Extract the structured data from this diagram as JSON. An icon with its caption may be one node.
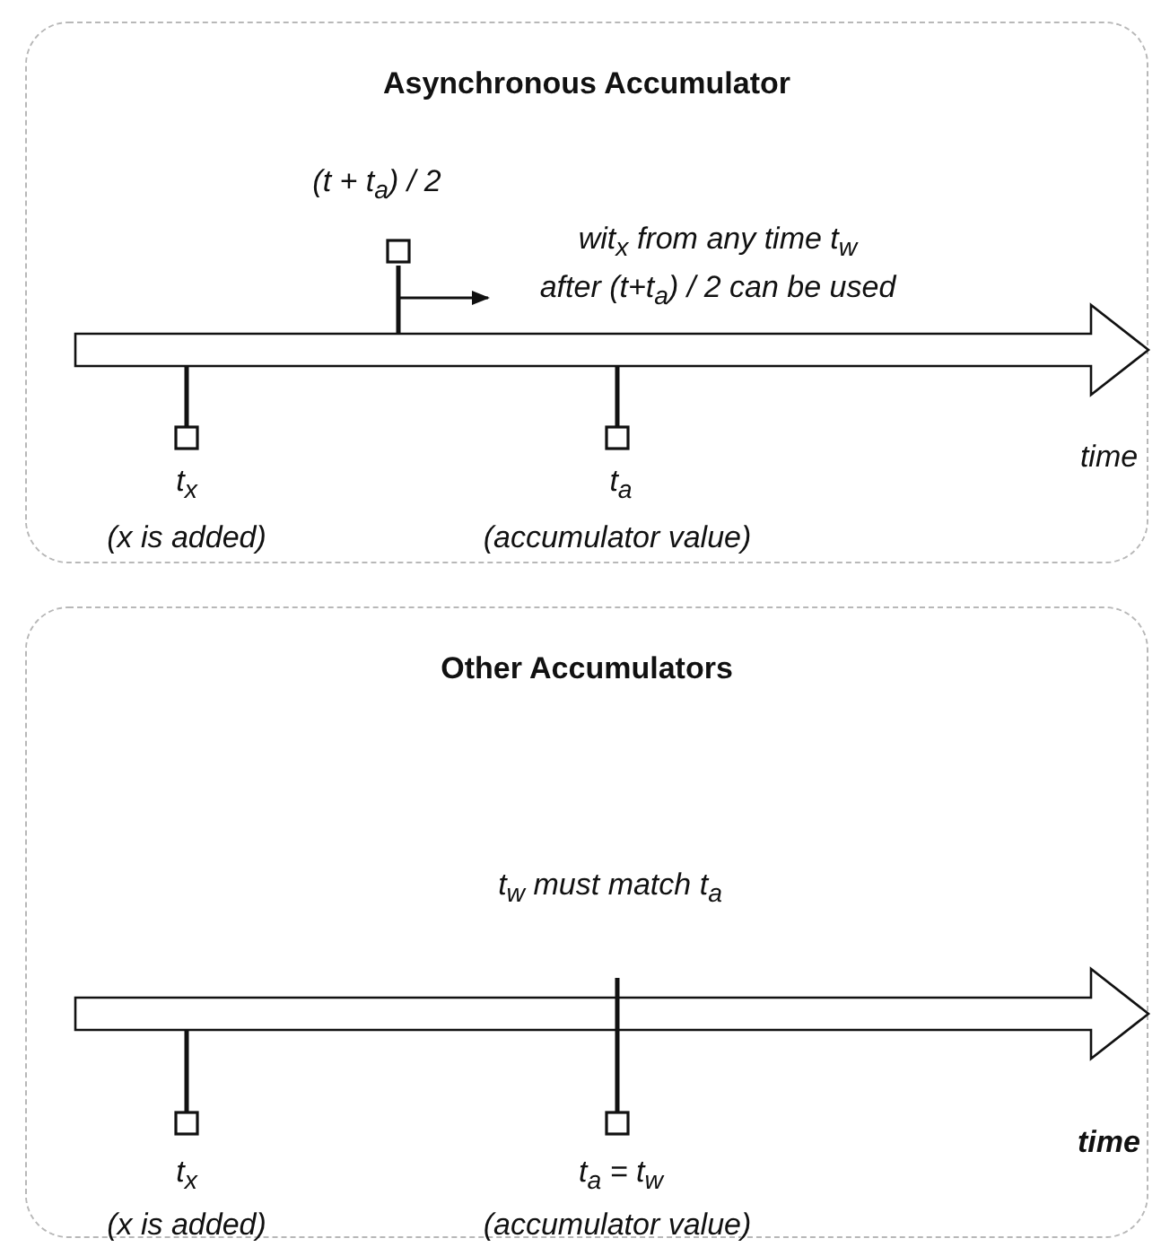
{
  "diagram": {
    "nodes": [
      {
        "text": [
          "Asynchronous Accumulator"
        ]
      },
      {
        "text": [
          "Other Accumulators"
        ]
      }
    ],
    "labels": [
      "(t + t$_{a}$) / 2",
      "wit$_{x}$  from any time  t$_{w}$",
      "after  (t+t$_{a}$) / 2  can be used",
      "t$_{x}$",
      "t$_{a}$",
      "time",
      "(x is added)",
      "(accumulator value)",
      "t$_{w}$  must match  t$_{a}$",
      "t$_{x}$",
      "t$_{a}$ = t$_{w}$",
      "time",
      "(x is added)",
      "(accumulator value)"
    ]
  }
}
